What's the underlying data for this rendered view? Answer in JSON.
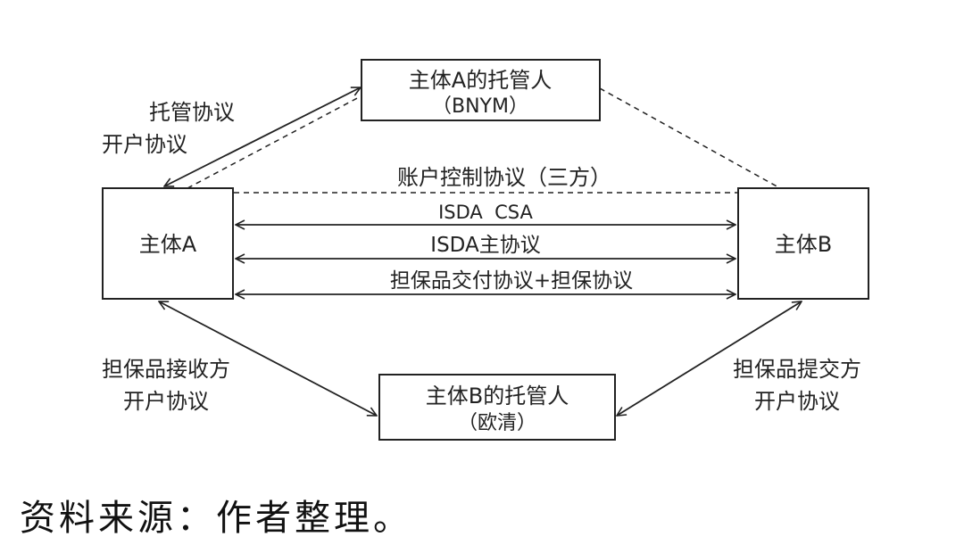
{
  "nodes": {
    "entity_a": "主体A",
    "entity_b": "主体B",
    "custodian_a": {
      "name": "主体A的托管人",
      "sub": "（BNYM）"
    },
    "custodian_b": {
      "name": "主体B的托管人",
      "sub": "（欧清）"
    }
  },
  "edges": {
    "custody_agreement": "托管协议",
    "account_agreement": "开户协议",
    "account_control": "账户控制协议（三方）",
    "isda_csa": "ISDA  CSA",
    "isda_master": "ISDA主协议",
    "collateral_delivery": "担保品交付协议+担保协议",
    "receiver_account_l1": "担保品接收方",
    "receiver_account_l2": "开户协议",
    "provider_account_l1": "担保品提交方",
    "provider_account_l2": "开户协议"
  },
  "source_note": "资料来源：作者整理。"
}
